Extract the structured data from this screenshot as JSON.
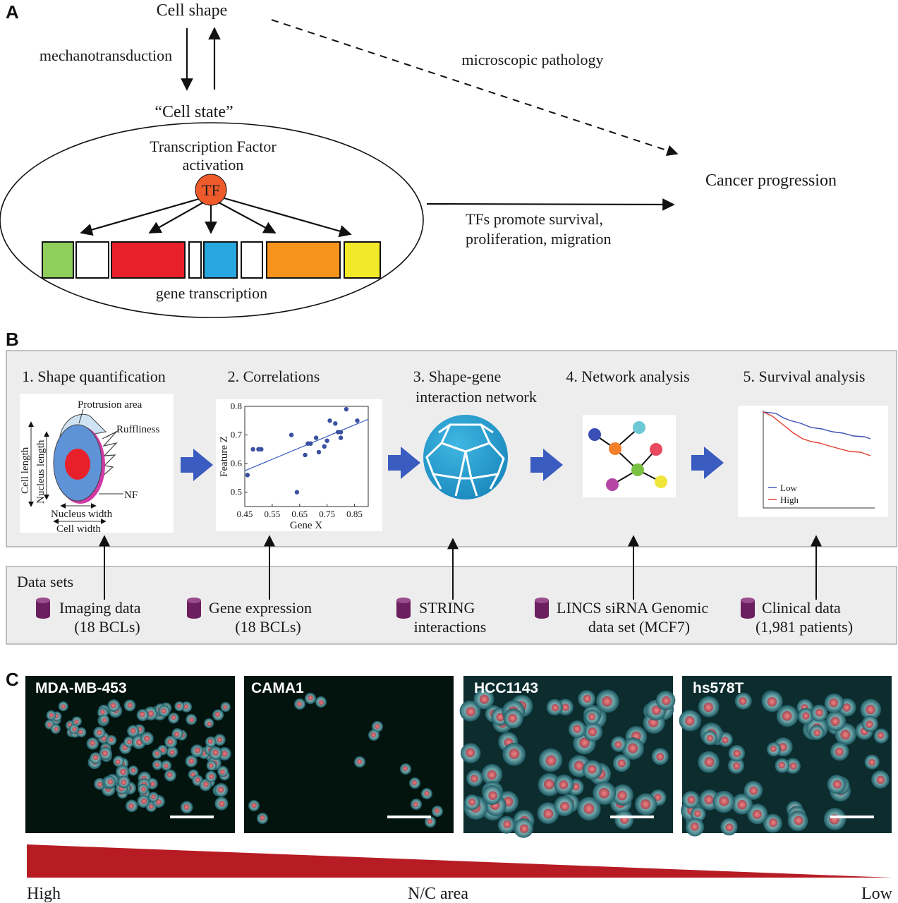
{
  "panels": {
    "a": "A",
    "b": "B",
    "c": "C"
  },
  "panel_a": {
    "cell_shape": "Cell shape",
    "mechanotransduction": "mechanotransduction",
    "cell_state": "“Cell state”",
    "microscopic_pathology": "microscopic pathology",
    "tf_activation_line1": "Transcription Factor",
    "tf_activation_line2": "activation",
    "tf": "TF",
    "gene_transcription": "gene transcription",
    "cancer_progression": "Cancer progression",
    "tfs_promote_line1": "TFs promote survival,",
    "tfs_promote_line2": "proliferation, migration",
    "gene_colors": [
      "#8fce5a",
      "#ffffff",
      "#e8202a",
      "#ffffff",
      "#28a8e0",
      "#ffffff",
      "#f7941d",
      "#f2e928"
    ],
    "tf_color": "#ef5a2b"
  },
  "panel_b": {
    "steps": [
      {
        "label_line1": "1. Shape quantification"
      },
      {
        "label_line1": "2. Correlations"
      },
      {
        "label_line1": "3. Shape-gene",
        "label_line2": "interaction network"
      },
      {
        "label_line1": "4. Network analysis"
      },
      {
        "label_line1": "5. Survival analysis"
      }
    ],
    "shape_labels": {
      "protrusion_area": "Protrusion area",
      "ruffliness": "Ruffliness",
      "cell_length": "Cell length",
      "nucleus_length": "Nucleus length",
      "nf": "NF",
      "nucleus_width": "Nucleus width",
      "cell_width": "Cell width"
    },
    "datasets_title": "Data sets",
    "datasets": [
      {
        "line1": "Imaging data",
        "line2": "(18 BCLs)"
      },
      {
        "line1": "Gene expression",
        "line2": "(18 BCLs)"
      },
      {
        "line1": "STRING",
        "line2": "interactions"
      },
      {
        "line1": "LINCS siRNA Genomic",
        "line2": "data set (MCF7)"
      },
      {
        "line1": "Clinical data",
        "line2": "(1,981 patients)"
      }
    ],
    "arrow_color": "#3a5bbf",
    "db_icon_color": "#6b1f5e",
    "survival_legend": {
      "low": "Low",
      "high": "High"
    },
    "network_node_colors": [
      "#3a4fb5",
      "#6cc8d4",
      "#f47f2a",
      "#e84a5f",
      "#7ac142",
      "#b545a5",
      "#f0e53a"
    ]
  },
  "chart_data": {
    "type": "scatter",
    "xlabel": "Gene X",
    "ylabel": "Feature Z",
    "xlim": [
      0.45,
      0.9
    ],
    "ylim": [
      0.45,
      0.8
    ],
    "x_ticks": [
      "0.45",
      "0.55",
      "0.65",
      "0.75",
      "0.85"
    ],
    "y_ticks": [
      "0.8",
      "0.7",
      "0.6",
      "0.5"
    ],
    "points": [
      [
        0.46,
        0.56
      ],
      [
        0.48,
        0.65
      ],
      [
        0.5,
        0.65
      ],
      [
        0.51,
        0.65
      ],
      [
        0.62,
        0.7
      ],
      [
        0.64,
        0.5
      ],
      [
        0.67,
        0.63
      ],
      [
        0.68,
        0.67
      ],
      [
        0.69,
        0.67
      ],
      [
        0.71,
        0.69
      ],
      [
        0.72,
        0.64
      ],
      [
        0.74,
        0.66
      ],
      [
        0.75,
        0.68
      ],
      [
        0.76,
        0.75
      ],
      [
        0.78,
        0.74
      ],
      [
        0.79,
        0.71
      ],
      [
        0.8,
        0.71
      ],
      [
        0.8,
        0.69
      ],
      [
        0.82,
        0.79
      ],
      [
        0.86,
        0.75
      ]
    ],
    "trend": [
      [
        0.45,
        0.575
      ],
      [
        0.9,
        0.755
      ]
    ],
    "point_color": "#3a4fa0"
  },
  "panel_c": {
    "cell_lines": [
      "MDA-MB-453",
      "CAMA1",
      "HCC1143",
      "hs578T"
    ],
    "gradient_color": "#b71c24",
    "axis_high": "High",
    "axis_mid": "N/C area",
    "axis_low": "Low"
  }
}
